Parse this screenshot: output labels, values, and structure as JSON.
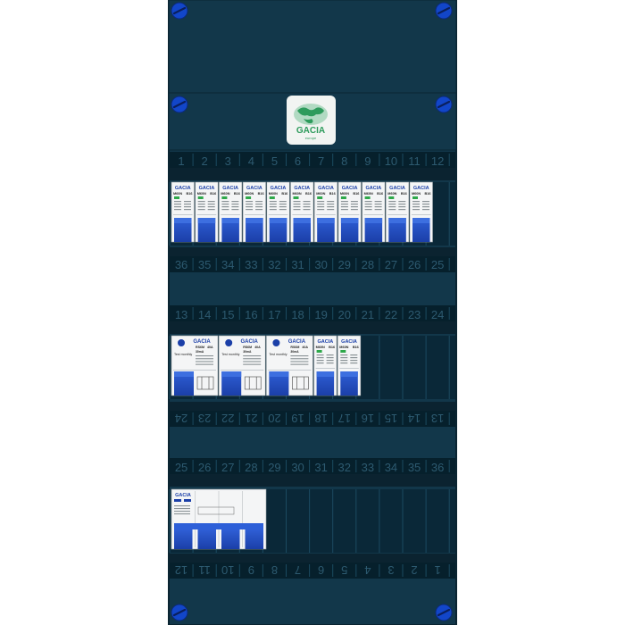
{
  "panel": {
    "body_color": "#12374a",
    "edge_color": "#0a2431",
    "slot_color": "#0a2838",
    "label_color": "#06202c",
    "rail_color": "#0b2330",
    "screw_color": "#1246c9"
  },
  "logo": {
    "text": "GACIA",
    "subtitle": "europe",
    "color": "#2e9b5c"
  },
  "rows": [
    {
      "top_numbers": [
        "1",
        "2",
        "3",
        "4",
        "5",
        "6",
        "7",
        "8",
        "9",
        "10",
        "11",
        "12"
      ],
      "bottom_numbers": [
        "36",
        "35",
        "34",
        "33",
        "32",
        "31",
        "30",
        "29",
        "28",
        "27",
        "26",
        "25"
      ],
      "modules": [
        {
          "type": "mcb",
          "brand": "GACIA",
          "model": "M60N",
          "rating": "B16"
        },
        {
          "type": "mcb",
          "brand": "GACIA",
          "model": "M60N",
          "rating": "B16"
        },
        {
          "type": "mcb",
          "brand": "GACIA",
          "model": "M60N",
          "rating": "B16"
        },
        {
          "type": "mcb",
          "brand": "GACIA",
          "model": "M60N",
          "rating": "B16"
        },
        {
          "type": "mcb",
          "brand": "GACIA",
          "model": "M60N",
          "rating": "B16"
        },
        {
          "type": "mcb",
          "brand": "GACIA",
          "model": "M60N",
          "rating": "B16"
        },
        {
          "type": "mcb",
          "brand": "GACIA",
          "model": "M60N",
          "rating": "B16"
        },
        {
          "type": "mcb",
          "brand": "GACIA",
          "model": "M60N",
          "rating": "B16"
        },
        {
          "type": "mcb",
          "brand": "GACIA",
          "model": "M60N",
          "rating": "B16"
        },
        {
          "type": "mcb",
          "brand": "GACIA",
          "model": "M60N",
          "rating": "B16"
        },
        {
          "type": "mcb",
          "brand": "GACIA",
          "model": "M60N",
          "rating": "B16"
        }
      ]
    },
    {
      "top_numbers": [
        "13",
        "14",
        "15",
        "16",
        "17",
        "18",
        "19",
        "20",
        "21",
        "22",
        "23",
        "24"
      ],
      "bottom_numbers": [
        "24",
        "23",
        "22",
        "21",
        "20",
        "19",
        "18",
        "17",
        "16",
        "15",
        "14",
        "13"
      ],
      "modules": [
        {
          "type": "rcd",
          "brand": "GACIA",
          "model": "RS6M",
          "rating": "40A",
          "sensitivity": "30mA",
          "test": "Test monthly"
        },
        {
          "type": "rcd",
          "brand": "GACIA",
          "model": "RS6M",
          "rating": "40A",
          "sensitivity": "30mA",
          "test": "Test monthly"
        },
        {
          "type": "rcd",
          "brand": "GACIA",
          "model": "RS6M",
          "rating": "40A",
          "sensitivity": "30mA",
          "test": "Test monthly"
        },
        {
          "type": "mcb",
          "brand": "GACIA",
          "model": "M60N",
          "rating": "B16"
        },
        {
          "type": "mcb",
          "brand": "GACIA",
          "model": "M60N",
          "rating": "B16"
        }
      ]
    },
    {
      "top_numbers": [
        "25",
        "26",
        "27",
        "28",
        "29",
        "30",
        "31",
        "32",
        "33",
        "34",
        "35",
        "36"
      ],
      "bottom_numbers": [
        "12",
        "11",
        "10",
        "9",
        "8",
        "7",
        "6",
        "5",
        "4",
        "3",
        "2",
        "1"
      ],
      "modules": [
        {
          "type": "main",
          "brand": "GACIA",
          "poles": 4
        }
      ]
    }
  ]
}
